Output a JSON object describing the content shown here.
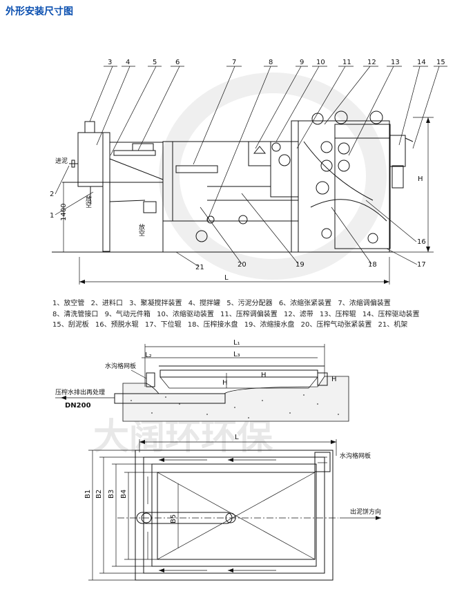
{
  "title": "外形安装尺寸图",
  "watermark": "大阔环环保",
  "top_view": {
    "callouts": [
      "1",
      "2",
      "3",
      "4",
      "5",
      "6",
      "7",
      "8",
      "9",
      "10",
      "11",
      "12",
      "13",
      "14",
      "15",
      "16",
      "17",
      "18",
      "19",
      "20",
      "21"
    ],
    "inlet_label": "进泥",
    "drain1_label": "放空",
    "drain2_label": "放空",
    "height_1400": "1400",
    "dim_L": "L",
    "dim_H": "H"
  },
  "legend_rows": [
    [
      "1、放空管",
      "2、进料口",
      "3、聚凝搅拌装置",
      "4、搅拌罐",
      "5、污泥分配器",
      "6、浓缩张紧装置",
      "7、浓缩调偏装置"
    ],
    [
      "8、清洗管接口",
      "9、气动元件箱",
      "10、浓缩驱动装置",
      "11、压榨调偏装置",
      "12、滤带",
      "13、压榨辊",
      "14、压榨驱动装置"
    ],
    [
      "15、刮泥板",
      "16、预脱水辊",
      "17、下位辊",
      "18、压榨接水盘",
      "19、浓缩接水盘",
      "20、压榨气动张紧装置",
      "21、机架"
    ]
  ],
  "section_view": {
    "L1": "L₁",
    "L2": "L₂",
    "L3": "L₃",
    "grate_label": "水沟格网板",
    "drain_label": "压榨水排出再处理",
    "pipe": "DN200",
    "h1": "H",
    "h2": "H",
    "h3": "H"
  },
  "plan_view": {
    "dim_L": "L",
    "grate_label": "水沟格网板",
    "cake_label": "出泥饼方向",
    "B1": "B1",
    "B2": "B2",
    "B3": "B3",
    "B4": "B4",
    "B5": "B5"
  }
}
